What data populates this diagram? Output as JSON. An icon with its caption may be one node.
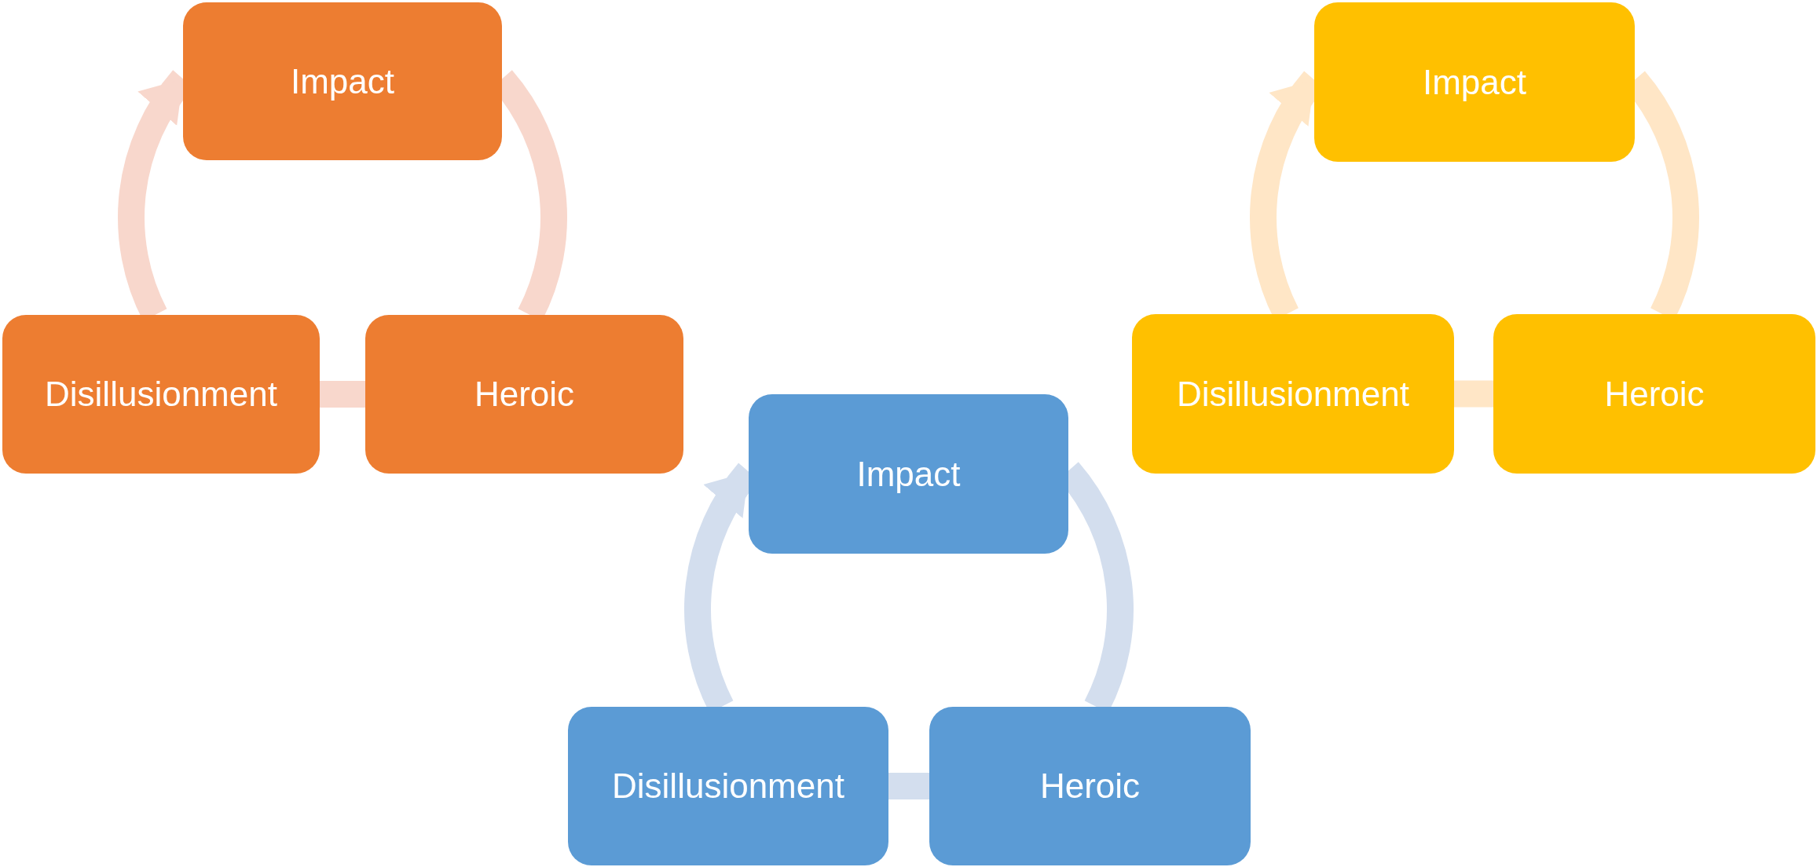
{
  "diagram": {
    "nodes": [
      {
        "text": [
          "Impact"
        ]
      },
      {
        "text": [
          "Impact"
        ]
      },
      {
        "text": [
          "Disillusionment"
        ]
      },
      {
        "text": [
          "Heroic"
        ]
      },
      {
        "text": [
          "Disillusionment"
        ]
      },
      {
        "text": [
          "Heroic"
        ]
      },
      {
        "text": [
          "Impact"
        ]
      },
      {
        "text": [
          "Disillusionment"
        ]
      },
      {
        "text": [
          "Heroic"
        ]
      }
    ],
    "edges": [
      {
        "from": 0,
        "to": 3,
        "arrow": "none",
        "color": "#f8d7cc"
      },
      {
        "from": 3,
        "to": 2,
        "arrow": "none",
        "color": "#f8d7cc"
      },
      {
        "from": 2,
        "to": 0,
        "arrow": "to",
        "color": "#f8d7cc"
      },
      {
        "from": 1,
        "to": 5,
        "arrow": "none",
        "color": "#ffe6c6"
      },
      {
        "from": 5,
        "to": 4,
        "arrow": "none",
        "color": "#ffe6c6"
      },
      {
        "from": 4,
        "to": 1,
        "arrow": "to",
        "color": "#ffe6c6"
      },
      {
        "from": 6,
        "to": 8,
        "arrow": "none",
        "color": "#d3deee"
      },
      {
        "from": 8,
        "to": 7,
        "arrow": "none",
        "color": "#d3deee"
      },
      {
        "from": 7,
        "to": 6,
        "arrow": "to",
        "color": "#d3deee"
      }
    ]
  }
}
